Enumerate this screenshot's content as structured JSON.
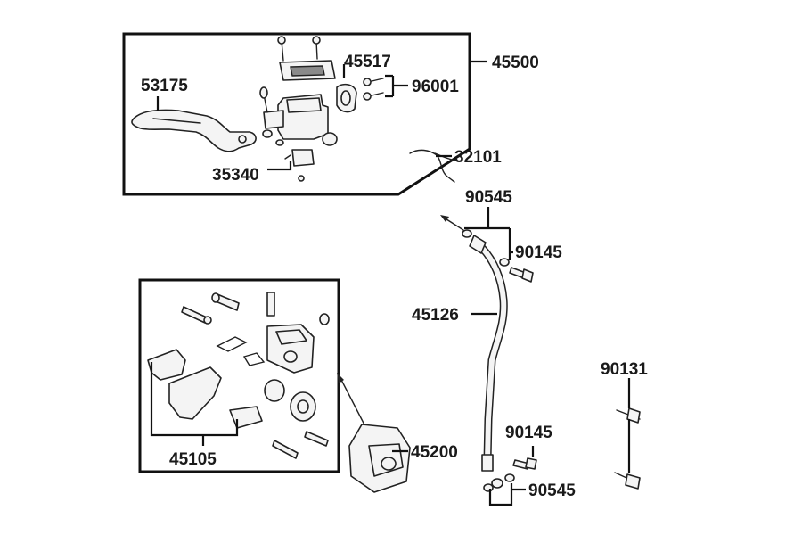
{
  "labels": {
    "master_cylinder_assy": "45500",
    "lever": "53175",
    "clamp": "45517",
    "clamp_bolt": "96001",
    "brake_switch": "35340",
    "wire": "32101",
    "washer_top": "90545",
    "banjo_bolt_top": "90145",
    "brake_hose": "45126",
    "caliper_assy": "45200",
    "pad_set": "45105",
    "mounting_bolt": "90131",
    "banjo_bolt_bottom": "90145",
    "washer_bottom": "90545"
  }
}
